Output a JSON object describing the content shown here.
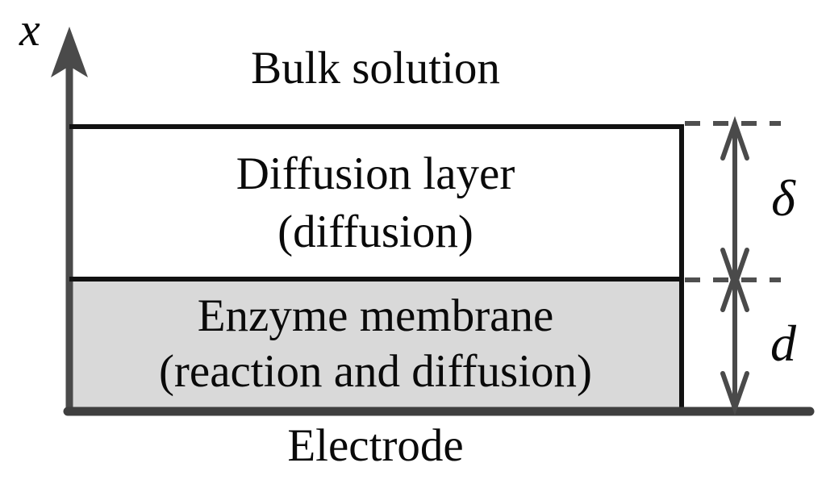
{
  "diagram": {
    "axis_label": "x",
    "regions": {
      "bulk": "Bulk solution",
      "diffusion_title": "Diffusion layer",
      "diffusion_subtitle": "(diffusion)",
      "membrane_title": "Enzyme membrane",
      "membrane_subtitle": "(reaction and diffusion)",
      "electrode": "Electrode"
    },
    "dimensions": {
      "diffusion_thickness_symbol": "δ",
      "membrane_thickness_symbol": "d"
    },
    "colors": {
      "membrane_fill": "#d9d9d9",
      "boundary_line": "#111111",
      "axis_and_arrows": "#4a4a4a",
      "electrode_line": "#3f3f3f",
      "text": "#0a0a0a",
      "background": "#ffffff"
    }
  }
}
